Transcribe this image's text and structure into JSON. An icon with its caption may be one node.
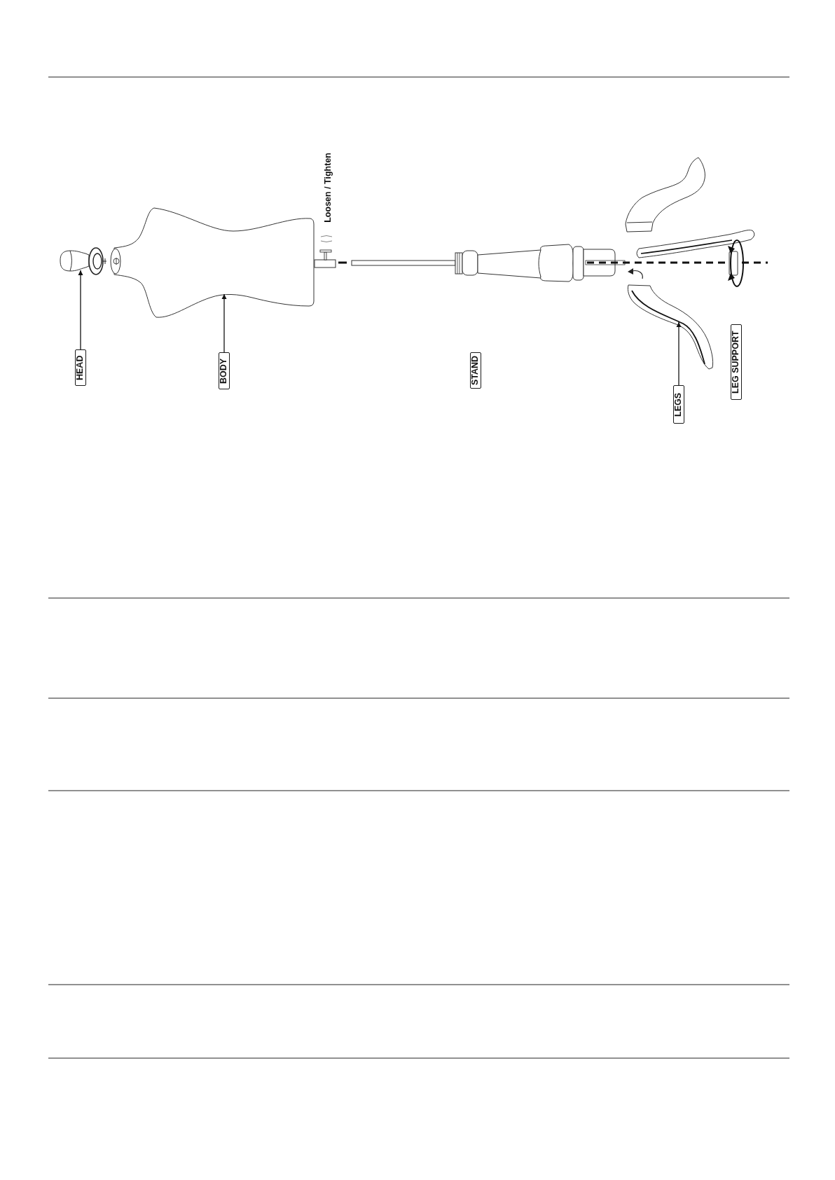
{
  "diagram": {
    "nodes": [
      {
        "text": [
          "HEAD"
        ]
      },
      {
        "text": [],
        "shape": "picture"
      },
      {
        "text": [
          "BODY"
        ]
      },
      {
        "text": [],
        "shape": "picture"
      },
      {
        "text": [
          "STAND"
        ]
      },
      {
        "text": [
          "LEGS"
        ]
      },
      {
        "text": [],
        "shape": "picture"
      },
      {
        "text": [
          "LEG SUPPORT"
        ]
      }
    ],
    "edges": [
      {
        "from": 0,
        "to": 1,
        "arrow": "to"
      },
      {
        "from": 2,
        "to": 3,
        "arrow": "to"
      },
      {
        "from": 5,
        "to": 6,
        "arrow": "to"
      }
    ],
    "labels": [
      "Loosen / Tighten"
    ]
  }
}
